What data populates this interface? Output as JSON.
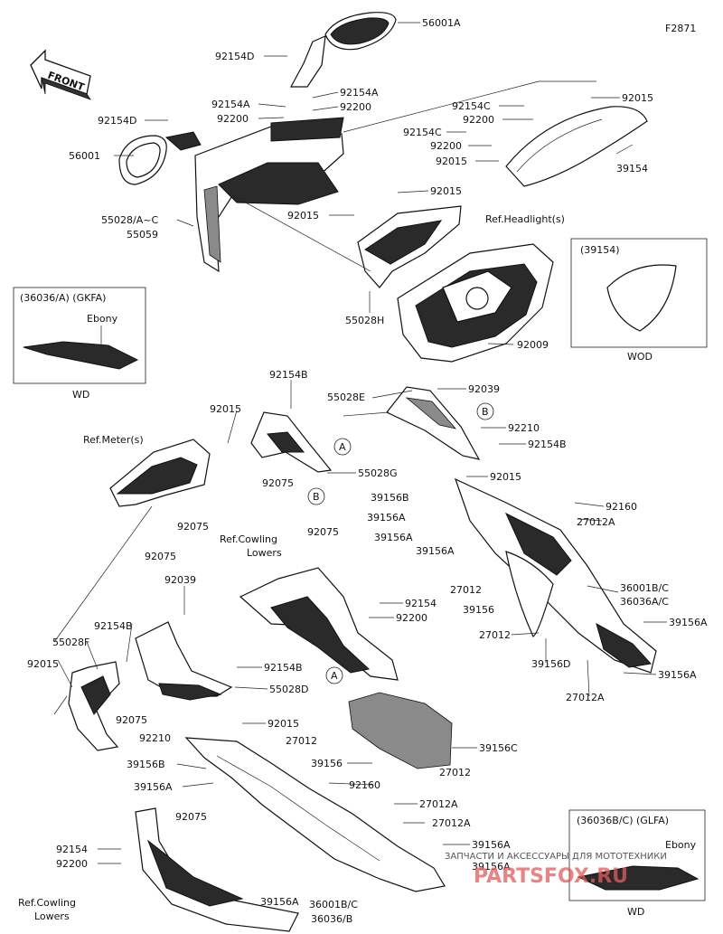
{
  "figure_code": "F2871",
  "front_label": "FRONT",
  "refs": {
    "headlight": "Ref.Headlight(s)",
    "meter": "Ref.Meter(s)",
    "cowling_lowers_1": "Ref.Cowling",
    "cowling_lowers_2": "Lowers",
    "cowling_lowers_bottom": "Ref.Cowling",
    "cowling_lowers_bottom_2": "Lowers"
  },
  "insets": {
    "wod": {
      "title": "(39154)",
      "caption": "WOD"
    },
    "wd_left": {
      "title": "(36036/A) (GKFA)",
      "color": "Ebony",
      "caption": "WD"
    },
    "wd_right": {
      "title": "(36036B/C) (GLFA)",
      "color": "Ebony",
      "caption": "WD"
    }
  },
  "callouts": {
    "a": "A",
    "b": "B"
  },
  "labels": {
    "p56001A": "56001A",
    "p92154D_a": "92154D",
    "p92154A_a": "92154A",
    "p92154A_b": "92154A",
    "p92200_a": "92200",
    "p92200_b": "92200",
    "p92154D_b": "92154D",
    "p56001": "56001",
    "p55028AC": "55028/A~C",
    "p55059": "55059",
    "p92154C_a": "92154C",
    "p92015_a": "92015",
    "p92200_c": "92200",
    "p92154C_b": "92154C",
    "p92200_d": "92200",
    "p92015_b": "92015",
    "p39154": "39154",
    "p92015_c": "92015",
    "p92015_d": "92015",
    "p55028H": "55028H",
    "p92009": "92009",
    "p92154B_a": "92154B",
    "p92015_e": "92015",
    "p55028E": "55028E",
    "p92039_a": "92039",
    "p92210_a": "92210",
    "p92154B_b": "92154B",
    "p92075_a": "92075",
    "p55028G": "55028G",
    "p92015_f": "92015",
    "p39156B_a": "39156B",
    "p92160_a": "92160",
    "p39156A_a": "39156A",
    "p27012A_a": "27012A",
    "p92075_b": "92075",
    "p39156A_b": "39156A",
    "p39156A_c": "39156A",
    "p92075_c": "92075",
    "p92075_d": "92075",
    "p27012_a": "27012",
    "p36001BC": "36001B/C",
    "p36036AC": "36036A/C",
    "p39156_a": "39156",
    "p39156A_d": "39156A",
    "p27012_b": "27012",
    "p39156D": "39156D",
    "p39156A_e": "39156A",
    "p27012A_b": "27012A",
    "p92039_b": "92039",
    "p92154_a": "92154",
    "p92200_e": "92200",
    "p92154B_c": "92154B",
    "p55028F": "55028F",
    "p92015_g": "92015",
    "p92154B_d": "92154B",
    "p55028D": "55028D",
    "p92075_e": "92075",
    "p92210_b": "92210",
    "p92015_h": "92015",
    "p27012_c": "27012",
    "p39156C": "39156C",
    "p39156_b": "39156",
    "p27012_d": "27012",
    "p39156B_b": "39156B",
    "p92160_b": "92160",
    "p39156A_f": "39156A",
    "p27012A_c": "27012A",
    "p27012A_d": "27012A",
    "p92075_f": "92075",
    "p39156A_g": "39156A",
    "p92154_b": "92154",
    "p92200_f": "92200",
    "p39156A_h": "39156A",
    "p39156A_i": "39156A",
    "p36001BC_b": "36001B/C",
    "p36036B": "36036/B"
  },
  "watermark": {
    "text_ru": "ЗАПЧАСТИ И АКСЕССУАРЫ ДЛЯ МОТОТЕХНИКИ",
    "brand": "PARTSFOX.RU"
  }
}
